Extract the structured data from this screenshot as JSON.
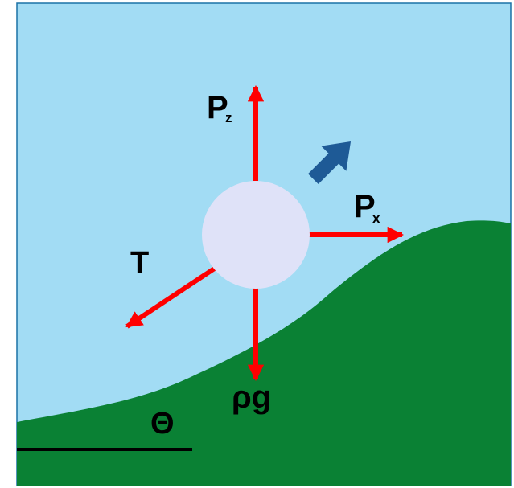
{
  "colors": {
    "sky": "#a2dcf4",
    "ground": "#0a8134",
    "frame": "#1b72a6",
    "force_arrow": "#ff0000",
    "particle": "#dfe2f8",
    "motion_arrow": "#1e5a96",
    "baseline": "#000000"
  },
  "labels": {
    "pz_main": "P",
    "pz_sub": "z",
    "px_main": "P",
    "px_sub": "x",
    "t": "T",
    "rho_g": "ρg",
    "theta": "Θ"
  },
  "icons": {
    "motion": "motion-direction-arrow-icon"
  }
}
